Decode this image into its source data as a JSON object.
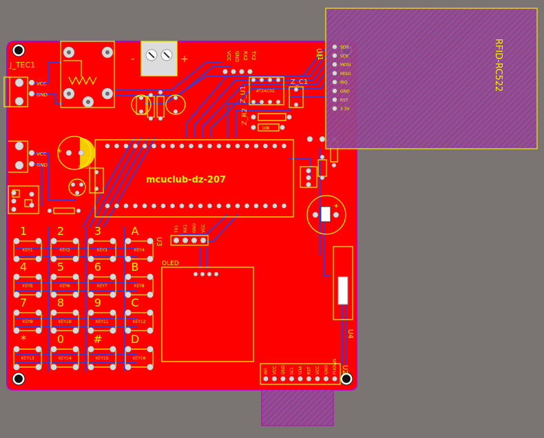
{
  "board": {
    "name": "mcuclub-dz-207",
    "colors": {
      "background": "#7a7572",
      "copper": "#ff0000",
      "silkscreen": "#f4f000",
      "trace": "#3a3ad6",
      "keepout": "#c000c0"
    }
  },
  "connectors": {
    "j_tec1": {
      "ref": "J_TEC1",
      "pins": [
        "VCC",
        "GND"
      ]
    },
    "power": {
      "pins": [
        "VCC",
        "GND"
      ]
    },
    "header_top": {
      "pins": [
        "VCC",
        "GND",
        "RX2",
        "TX2"
      ],
      "ref": "U1"
    },
    "header_mid": {
      "pins": [
        "TX1",
        "RX1",
        "GND",
        "VCC"
      ],
      "ref": "U3"
    }
  },
  "components": {
    "z_u1": {
      "ref": "Z_U1",
      "chip": "AT24C02"
    },
    "z_c1": {
      "ref": "Z_C1"
    },
    "z_r2": {
      "ref": "Z_R2"
    },
    "resistor_value": "10K",
    "cap_value": "220uF",
    "oled_label": "OLED",
    "u4": "U4",
    "u2": "U2"
  },
  "rfid": {
    "title": "RFID-RC522",
    "pins": [
      "SDA",
      "SCK",
      "MOSI",
      "MISO",
      "IRQ",
      "GND",
      "RST",
      "3.3V"
    ]
  },
  "bottom_header": {
    "pins": [
      "INT",
      "VCC",
      "GND",
      "SCL",
      "SDA",
      "RST",
      "VCC",
      "GND",
      "PDOWN"
    ]
  },
  "keypad": {
    "labels": [
      "1",
      "2",
      "3",
      "A",
      "4",
      "5",
      "6",
      "B",
      "7",
      "8",
      "9",
      "C",
      "*",
      "0",
      "#",
      "D"
    ],
    "keys": [
      "KEY1",
      "KEY2",
      "KEY3",
      "KEY4",
      "KEY5",
      "KEY6",
      "KEY7",
      "KEY8",
      "KEY9",
      "KEY10",
      "KEY11",
      "KEY12",
      "KEY13",
      "KEY14",
      "KEY15",
      "KEY16"
    ]
  }
}
